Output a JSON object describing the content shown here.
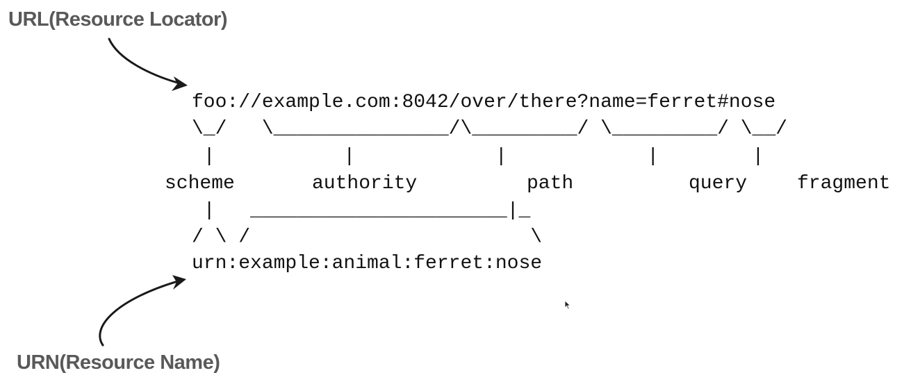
{
  "callouts": {
    "url": "URL(Resource Locator)",
    "urn": "URN(Resource Name)"
  },
  "diagram": {
    "url_string": "foo://example.com:8042/over/there?name=ferret#nose",
    "brackets_row": "\\_/   \\_______________/\\_________/ \\_________/ \\__/",
    "pipes_row": " |           |            |            |        |",
    "labels": {
      "scheme": "scheme",
      "authority": "authority",
      "path": "path",
      "query": "query",
      "fragment": "fragment"
    },
    "connector_row_1": " |   ______________________|_",
    "connector_row_2": "/ \\ /                        \\",
    "urn_string": "urn:example:animal:ferret:nose"
  }
}
